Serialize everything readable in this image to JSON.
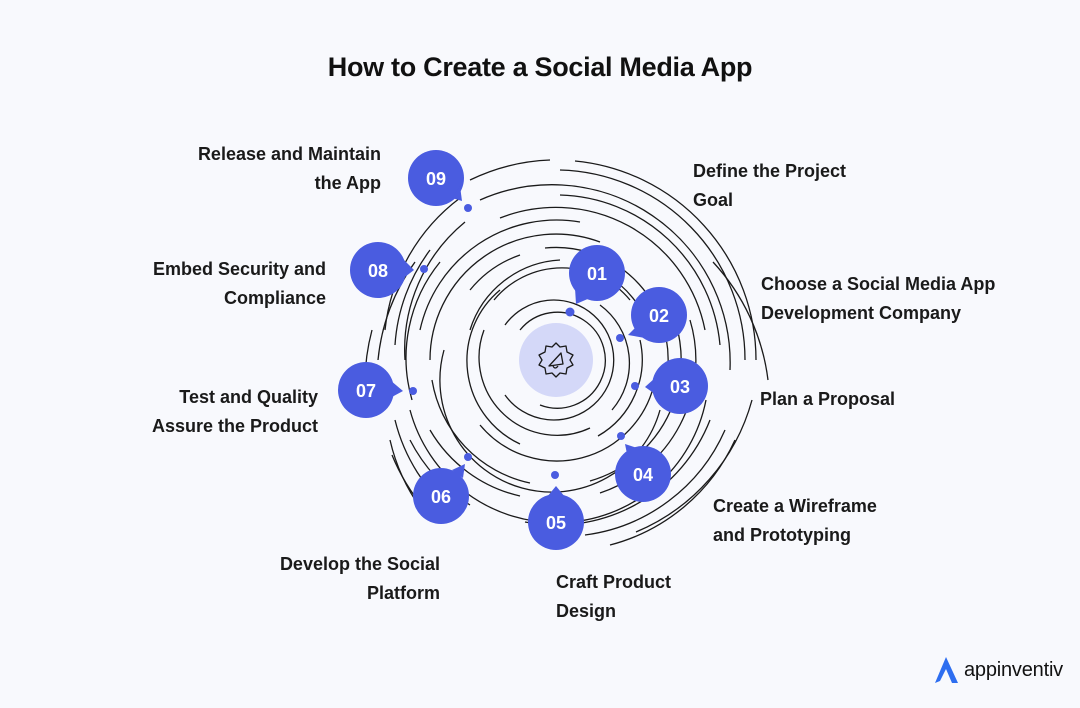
{
  "title": "How to Create a Social Media App",
  "colors": {
    "accent": "#4a5ce0",
    "center_circle": "#d4d8f8",
    "ring_stroke": "#1a1a1a",
    "background": "#f8f9fd",
    "logo_blue": "#2e6ef0"
  },
  "center_icon": "gear-megaphone-icon",
  "steps": [
    {
      "number": "01",
      "label_lines": [
        "Define the Project",
        "Goal"
      ]
    },
    {
      "number": "02",
      "label_lines": [
        "Choose a Social Media App",
        "Development Company"
      ]
    },
    {
      "number": "03",
      "label_lines": [
        "Plan a Proposal"
      ]
    },
    {
      "number": "04",
      "label_lines": [
        "Create a Wireframe",
        "and Prototyping"
      ]
    },
    {
      "number": "05",
      "label_lines": [
        "Craft Product",
        "Design"
      ]
    },
    {
      "number": "06",
      "label_lines": [
        "Develop the Social",
        "Platform"
      ]
    },
    {
      "number": "07",
      "label_lines": [
        "Test and Quality",
        "Assure the Product"
      ]
    },
    {
      "number": "08",
      "label_lines": [
        "Embed Security and",
        "Compliance"
      ]
    },
    {
      "number": "09",
      "label_lines": [
        "Release and Maintain",
        "the App"
      ]
    }
  ],
  "logo": {
    "text": "appinventiv",
    "icon": "appinventiv-a-logo-icon"
  }
}
